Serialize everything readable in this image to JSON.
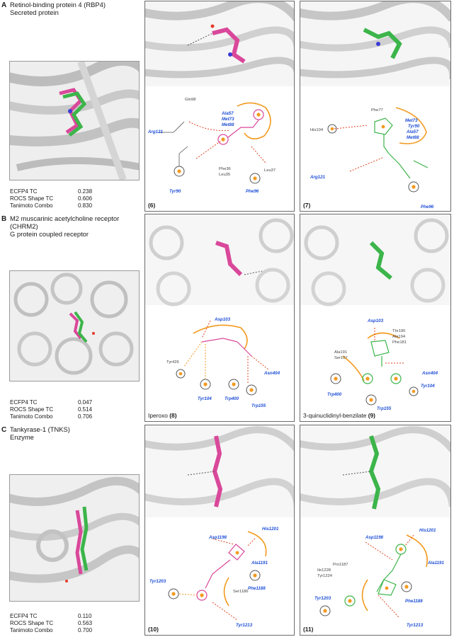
{
  "rows": [
    {
      "letter": "A",
      "title_line1": "Retinol-binding protein 4 (RBP4)",
      "title_line2": "Secreted protein",
      "title_line3": "",
      "scores": [
        {
          "label": "ECFP4 TC",
          "value": "0.238"
        },
        {
          "label": "ROCS Shape TC",
          "value": "0.606"
        },
        {
          "label": "Tanimoto Combo",
          "value": "0.830"
        }
      ],
      "panels": [
        {
          "label_prefix": "",
          "label_number": "(6)",
          "ligand_color": "#d9489a",
          "residues": [
            "Arg121",
            "Ala57",
            "Met73",
            "Met88",
            "Tyr90",
            "Phe96"
          ],
          "grey_residues": [
            "Gln98",
            "Phe36",
            "Leu35",
            "Leu37"
          ]
        },
        {
          "label_prefix": "",
          "label_number": "(7)",
          "ligand_color": "#3cb54a",
          "residues": [
            "Met73",
            "Tyr90",
            "Ala57",
            "Met88",
            "Arg121",
            "Phe96"
          ],
          "grey_residues": [
            "Phe77",
            "His104"
          ]
        }
      ]
    },
    {
      "letter": "B",
      "title_line1": "M2 muscarinic acetylcholine receptor",
      "title_line2": "(CHRM2)",
      "title_line3": "G protein coupled receptor",
      "scores": [
        {
          "label": "ECFP4 TC",
          "value": "0.047"
        },
        {
          "label": "ROCS Shape TC",
          "value": "0.514"
        },
        {
          "label": "Tanimoto Combo",
          "value": "0.706"
        }
      ],
      "panels": [
        {
          "label_prefix": "Iperoxo ",
          "label_number": "(8)",
          "ligand_color": "#d9489a",
          "residues": [
            "Asp103",
            "Asn404",
            "Tyr104",
            "Trp400",
            "Trp155"
          ],
          "grey_residues": [
            "Tyr426"
          ]
        },
        {
          "label_prefix": "3-quinuclidinyl-benzilate ",
          "label_number": "(9)",
          "ligand_color": "#3cb54a",
          "residues": [
            "Asp103",
            "Asn404",
            "Tyr104",
            "Trp400",
            "Trp155"
          ],
          "grey_residues": [
            "Thr190",
            "Ala194",
            "Phe181",
            "Ala191",
            "Ser107"
          ]
        }
      ]
    },
    {
      "letter": "C",
      "title_line1": "Tankyrase-1 (TNKS)",
      "title_line2": "Enzyme",
      "title_line3": "",
      "scores": [
        {
          "label": "ECFP4 TC",
          "value": "0.110"
        },
        {
          "label": "ROCS Shape TC",
          "value": "0.563"
        },
        {
          "label": "Tanimoto Combo",
          "value": "0.700"
        }
      ],
      "panels": [
        {
          "label_prefix": "",
          "label_number": "(10)",
          "ligand_color": "#d9489a",
          "residues": [
            "His1201",
            "Asp1198",
            "Ala1191",
            "Tyr1203",
            "Phe1188",
            "Tyr1213"
          ],
          "grey_residues": [
            "Ser1186"
          ]
        },
        {
          "label_prefix": "",
          "label_number": "(11)",
          "ligand_color": "#3cb54a",
          "residues": [
            "His1201",
            "Asp1198",
            "Ala1191",
            "Phe1188",
            "Tyr1203",
            "Tyr1213"
          ],
          "grey_residues": [
            "Pro1187",
            "Ile1228",
            "Tyr1224"
          ]
        }
      ]
    }
  ],
  "colors": {
    "pink": "#d9489a",
    "green": "#3cb54a",
    "orange": "#f39a1e",
    "red_dash": "#e0431f",
    "residue_blue": "#1f4fd6",
    "panel_border": "#6b6b6b"
  }
}
